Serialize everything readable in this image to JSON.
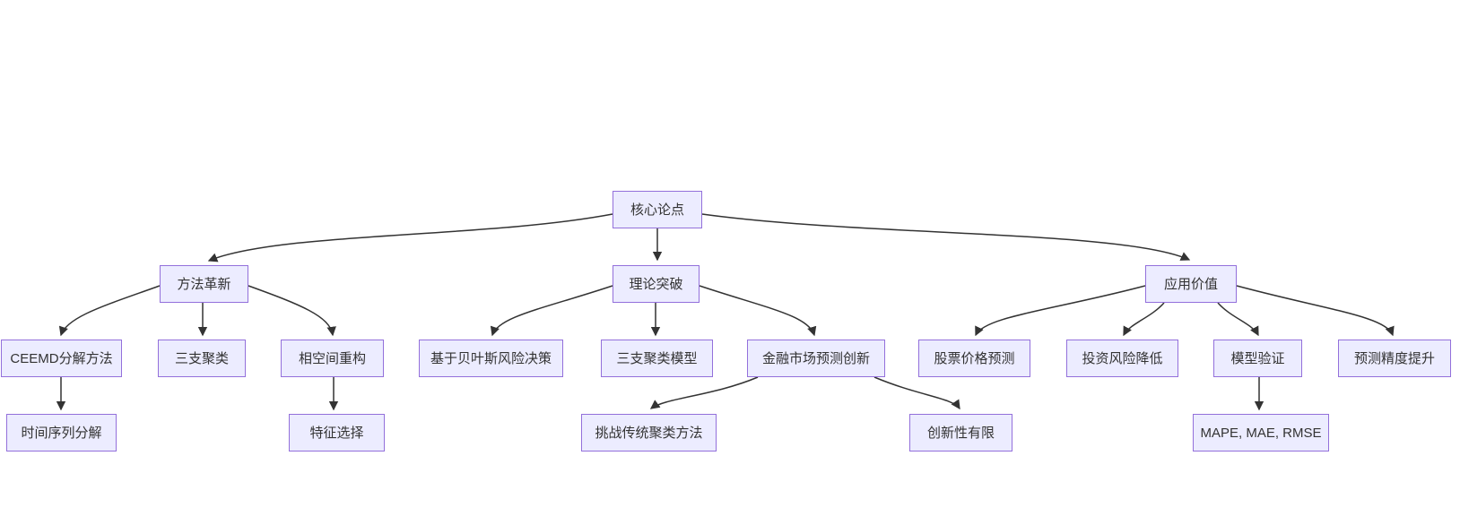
{
  "diagram": {
    "type": "flowchart",
    "direction": "top-down",
    "colors": {
      "background": "#ffffff",
      "node_fill": "#ECECFF",
      "node_border": "#9370DB",
      "edge_stroke": "#333333",
      "text": "#333333"
    },
    "nodes": {
      "core_argument": {
        "label": "核心论点"
      },
      "method_innovation": {
        "label": "方法革新"
      },
      "theory_breakthrough": {
        "label": "理论突破"
      },
      "application_value": {
        "label": "应用价值"
      },
      "ceemd_decomposition": {
        "label": "CEEMD分解方法"
      },
      "three_way_clustering": {
        "label": "三支聚类"
      },
      "phase_space_reconstruction": {
        "label": "相空间重构"
      },
      "bayesian_risk_decision": {
        "label": "基于贝叶斯风险决策"
      },
      "three_way_clustering_model": {
        "label": "三支聚类模型"
      },
      "financial_market_forecast_innovation": {
        "label": "金融市场预测创新"
      },
      "stock_price_prediction": {
        "label": "股票价格预测"
      },
      "investment_risk_reduction": {
        "label": "投资风险降低"
      },
      "model_validation": {
        "label": "模型验证"
      },
      "forecast_accuracy_improvement": {
        "label": "预测精度提升"
      },
      "time_series_decomposition": {
        "label": "时间序列分解"
      },
      "feature_selection": {
        "label": "特征选择"
      },
      "challenge_traditional_clustering": {
        "label": "挑战传统聚类方法"
      },
      "limited_innovation": {
        "label": "创新性有限"
      },
      "metrics": {
        "label": "MAPE, MAE, RMSE"
      }
    },
    "edges": [
      {
        "from": "核心论点",
        "to": "方法革新"
      },
      {
        "from": "核心论点",
        "to": "理论突破"
      },
      {
        "from": "核心论点",
        "to": "应用价值"
      },
      {
        "from": "方法革新",
        "to": "CEEMD分解方法"
      },
      {
        "from": "方法革新",
        "to": "三支聚类"
      },
      {
        "from": "方法革新",
        "to": "相空间重构"
      },
      {
        "from": "理论突破",
        "to": "基于贝叶斯风险决策"
      },
      {
        "from": "理论突破",
        "to": "三支聚类模型"
      },
      {
        "from": "理论突破",
        "to": "金融市场预测创新"
      },
      {
        "from": "应用价值",
        "to": "股票价格预测"
      },
      {
        "from": "应用价值",
        "to": "投资风险降低"
      },
      {
        "from": "应用价值",
        "to": "模型验证"
      },
      {
        "from": "应用价值",
        "to": "预测精度提升"
      },
      {
        "from": "CEEMD分解方法",
        "to": "时间序列分解"
      },
      {
        "from": "相空间重构",
        "to": "特征选择"
      },
      {
        "from": "金融市场预测创新",
        "to": "挑战传统聚类方法"
      },
      {
        "from": "金融市场预测创新",
        "to": "创新性有限"
      },
      {
        "from": "模型验证",
        "to": "MAPE, MAE, RMSE"
      }
    ]
  }
}
